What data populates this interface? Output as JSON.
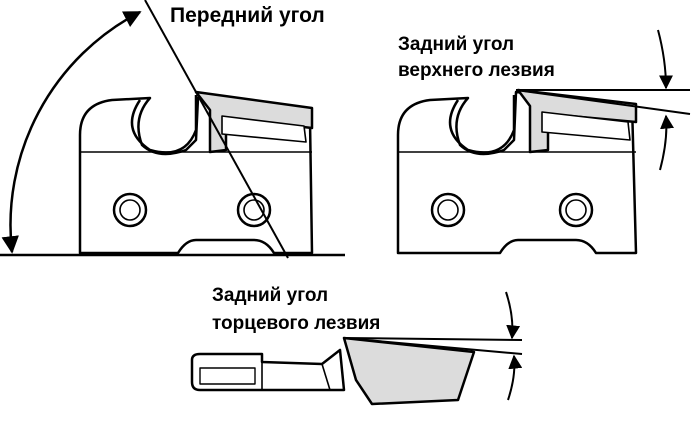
{
  "labels": {
    "front_angle": "Передний угол",
    "top_plate_line1": "Задний угол",
    "top_plate_line2": "верхнего лезвия",
    "side_plate_line1": "Задний угол",
    "side_plate_line2": "торцевого лезвия"
  },
  "colors": {
    "outline": "#000000",
    "fill": "#ffffff",
    "shade": "#dcdcdc"
  }
}
